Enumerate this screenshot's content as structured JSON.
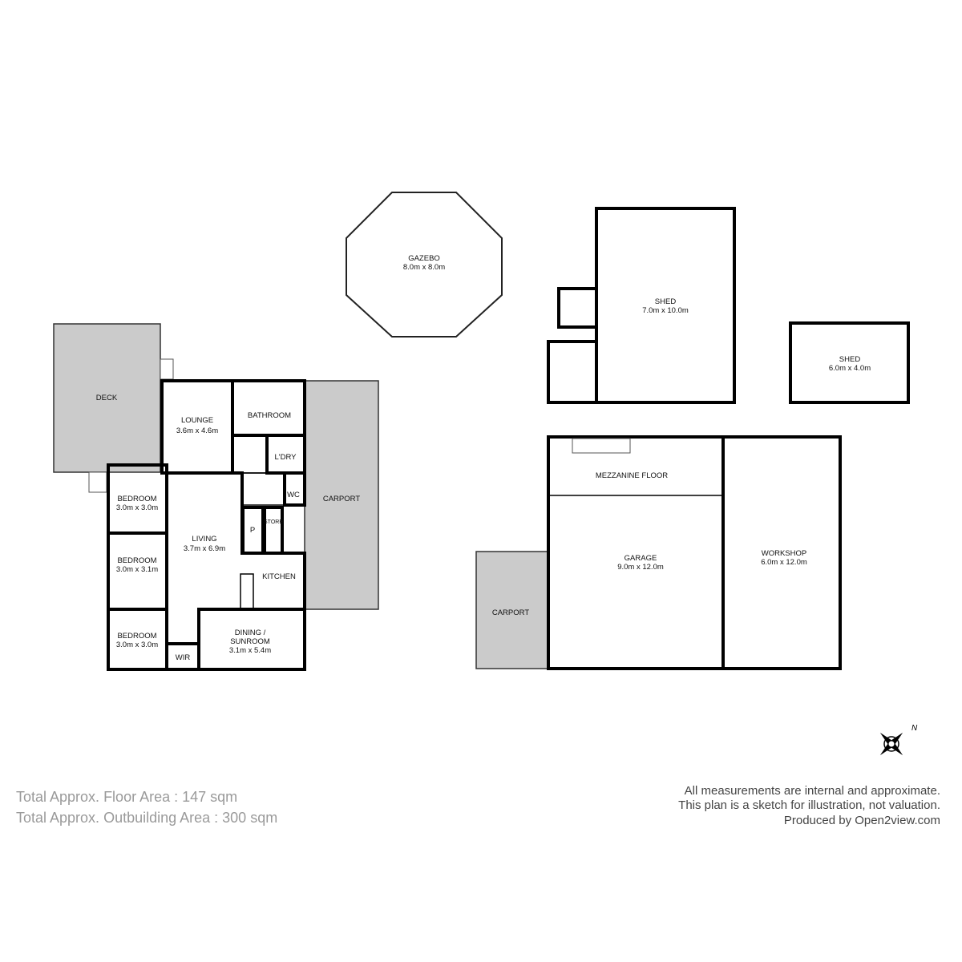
{
  "house": {
    "deck": "DECK",
    "lounge": {
      "name": "LOUNGE",
      "size": "3.6m x 4.6m"
    },
    "bathroom": "BATHROOM",
    "laundry": "L'DRY",
    "wc": "WC",
    "store": "STORE",
    "pantry": "P",
    "kitchen": "KITCHEN",
    "carport": "CARPORT",
    "living": {
      "name": "LIVING",
      "size": "3.7m x 6.9m"
    },
    "bedroom1": {
      "name": "BEDROOM",
      "size": "3.0m x 3.0m"
    },
    "bedroom2": {
      "name": "BEDROOM",
      "size": "3.0m x 3.1m"
    },
    "bedroom3": {
      "name": "BEDROOM",
      "size": "3.0m x 3.0m"
    },
    "wir": "WIR",
    "dining": {
      "name1": "DINING /",
      "name2": "SUNROOM",
      "size": "3.1m x 5.4m"
    }
  },
  "gazebo": {
    "name": "GAZEBO",
    "size": "8.0m x 8.0m"
  },
  "shed_large": {
    "name": "SHED",
    "size": "7.0m x 10.0m"
  },
  "shed_small": {
    "name": "SHED",
    "size": "6.0m x 4.0m"
  },
  "garage": {
    "name": "GARAGE",
    "size": "9.0m x 12.0m",
    "mezzanine": "MEZZANINE FLOOR",
    "carport": "CARPORT"
  },
  "workshop": {
    "name": "WORKSHOP",
    "size": "6.0m x 12.0m"
  },
  "compass": {
    "icon": "north-compass-icon",
    "north": "N"
  },
  "footer": {
    "floor_area": "Total Approx. Floor Area : 147 sqm",
    "outbuilding_area": "Total Approx. Outbuilding Area : 300 sqm",
    "disclaimer1": "All measurements are internal and approximate.",
    "disclaimer2": "This plan is a sketch for illustration, not valuation.",
    "producer": "Produced by Open2view.com"
  }
}
